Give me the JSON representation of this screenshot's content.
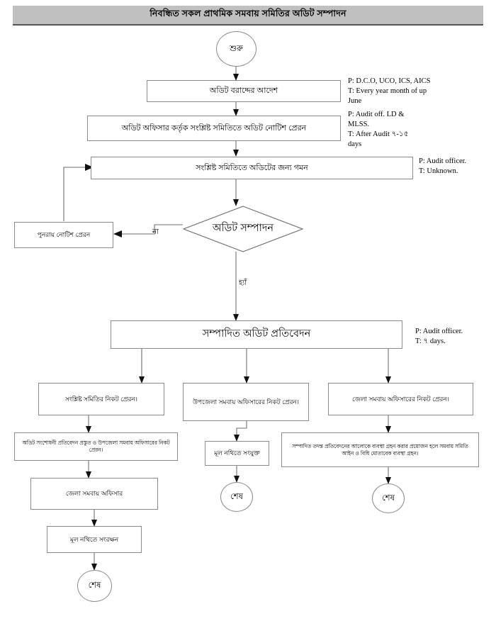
{
  "header": {
    "title": "নিবন্ধিত সকল প্রাথমিক সমবায় সমিতির অডিট সম্পাদন"
  },
  "nodes": {
    "start": "শুরু",
    "allocation_order": "অডিট বরাদ্দের আদেশ",
    "audit_notice": "অডিট অফিসার কর্তৃক সংশ্লিষ্ট সমিতিতে অডিট নোটিশ প্রেরন",
    "go_to_society": "সংশ্লিষ্ট সমিতিতে অডিটের জন্য গমন",
    "decision": "অডিট সম্পাদন",
    "resend_notice": "পুনরায় নোটিশ প্রেরন",
    "audit_report": "সম্পাদিত অডিট প্রতিবেদন",
    "branch_left": "সংশ্লিষ্ট সমিতির নিকট প্রেরন।",
    "branch_mid": "উপজেলা সমবায় অফিসারের নিকট প্রেরন।",
    "branch_right": "জেলা সমবায় অফিসারের নিকট প্রেরন।",
    "left_corrective": "অডিট সংশোধনী প্রতিবেদন প্রস্তুত ও উপজেলা সমবায় অফিসারের নিকট প্রেরন।",
    "mid_attach": "মূল নথিতে সংযুক্ত",
    "right_action": "সম্পাদিত তদন্ত প্রতিবেদনের আলোকে ব্যবস্থা গ্রহন করার প্রয়োজন হলে সমবায় সমিতি আইন ও  বিধি মোতাবেক ব্যবস্থা গ্রহন।",
    "district_officer": "জেলা সমবায় অফিসার",
    "preserve_file": "মূল নথিতে সংরক্ষন",
    "end_left": "শেষ",
    "end_mid": "শেষ",
    "end_right": "শেষ"
  },
  "edge_labels": {
    "no": "না",
    "yes": "হ্যাঁ"
  },
  "annotations": {
    "allocation_order": "P: D.C.O, UCO, ICS, AICS\nT: Every year month of up\nJune",
    "audit_notice": "P: Audit off. LD &\nMLSS.\nT: After Audit ৭-১৫\ndays",
    "go_to_society": "P: Audit officer.\nT: Unknown.",
    "audit_report": "P: Audit officer.\nT: ৭ days."
  },
  "colors": {
    "header_bg": "#c0c0c0",
    "node_border": "#8a8a8a",
    "connector": "#6f6f6f",
    "arrowhead": "#111111",
    "text": "#000000",
    "page_bg": "#ffffff"
  }
}
